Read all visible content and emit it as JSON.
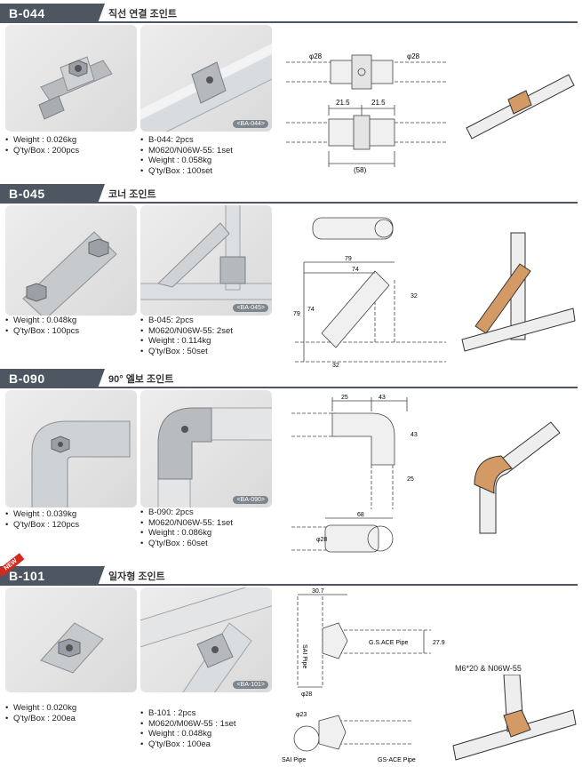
{
  "sections": [
    {
      "code": "B-044",
      "title": "직선 연결 조인트",
      "photo_tag": "<BA-044>",
      "specs_left": [
        "Weight  : 0.026kg",
        "Q'ty/Box : 200pcs"
      ],
      "specs_right": [
        "B-044: 2pcs",
        "M0620/N06W-55: 1set",
        "Weight   : 0.058kg",
        "Q'ty/Box : 100set"
      ],
      "dims": [
        "φ28",
        "φ28",
        "21.5",
        "21.5",
        "(58)"
      ]
    },
    {
      "code": "B-045",
      "title": "코너 조인트",
      "photo_tag": "<BA-045>",
      "specs_left": [
        "Weight  : 0.048kg",
        "Q'ty/Box : 100pcs"
      ],
      "specs_right": [
        "B-045: 2pcs",
        "M0620/N06W-55: 2set",
        "Weight   : 0.114kg",
        "Q'ty/Box : 50set"
      ],
      "dims": [
        "79",
        "74",
        "79",
        "74",
        "32",
        "32"
      ]
    },
    {
      "code": "B-090",
      "title": "90°  엘보 조인트",
      "photo_tag": "<BA-090>",
      "specs_left": [
        "Weight   : 0.039kg",
        "Q'ty/Box : 120pcs"
      ],
      "specs_right": [
        "B-090: 2pcs",
        "M0620/N06W-55: 1set",
        "Weight   : 0.086kg",
        "Q'ty/Box : 60set"
      ],
      "dims": [
        "25",
        "43",
        "43",
        "25",
        "68",
        "φ28"
      ]
    },
    {
      "code": "B-101",
      "title": "일자형 조인트",
      "new_label": "NEW",
      "photo_tag": "<BA-101>",
      "specs_left": [
        "Weight  : 0.020kg",
        "Q'ty/Box : 200ea"
      ],
      "specs_right": [
        "B-101 : 2pcs",
        "M0620/M06W-55 : 1set",
        "Weight : 0.048kg",
        "Q'ty/Box : 100ea"
      ],
      "dims": [
        "30.7",
        "27.9",
        "φ28",
        "φ23"
      ],
      "pipe_labels": [
        "SAI Pipe",
        "G.S.ACE Pipe",
        "SAI Pipe",
        "GS-ACE Pipe"
      ],
      "callout": "M6*20 & N06W-55"
    }
  ],
  "colors": {
    "header_bg": "#4d5661",
    "accent_copper": "#d49a66",
    "new_badge": "#d42a1c"
  }
}
